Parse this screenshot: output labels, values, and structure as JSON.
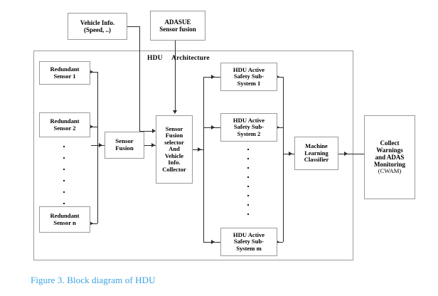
{
  "figure": {
    "caption": "Figure 3. Block diagram of HDU",
    "caption_color": "#3aa3e3"
  },
  "diagram": {
    "frame_label": "HDU     Architecture",
    "inputs": [
      {
        "id": "vehicle-info",
        "label": "Vehicle Info.\n(Speed, ..)"
      },
      {
        "id": "adasue",
        "label": "ADASUE\nSensor fusion"
      }
    ],
    "sensors": [
      {
        "id": "redundant-sensor-1",
        "label": "Redundant\nSensor 1"
      },
      {
        "id": "redundant-sensor-2",
        "label": "Redundant\nSensor 2"
      },
      {
        "id": "redundant-sensor-n",
        "label": "Redundant\nSensor n"
      }
    ],
    "sensor_fusion": {
      "label": "Sensor\nFusion"
    },
    "selector": {
      "label": "Sensor\nFusion\nselector\nAnd\nVehicle\nInfo.\nCollector"
    },
    "subsystems": [
      {
        "id": "hdu-subsystem-1",
        "label": "HDU Active\nSafety Sub-\nSystem 1"
      },
      {
        "id": "hdu-subsystem-2",
        "label": "HDU Active\nSafety Sub-\nSystem 2"
      },
      {
        "id": "hdu-subsystem-m",
        "label": "HDU Active\nSafety Sub-\nSystem m"
      }
    ],
    "classifier": {
      "label": "Machine\nLearning\nClassifier"
    },
    "output": {
      "label": "Collect\nWarnings\nand ADAS\nMonitoring",
      "acronym": "(CWAM)"
    },
    "ellipsis_left_count": 6,
    "ellipsis_hdu_count": 8,
    "line_color": "#2b2b2b",
    "box_border_color": "#9a9a9a"
  }
}
